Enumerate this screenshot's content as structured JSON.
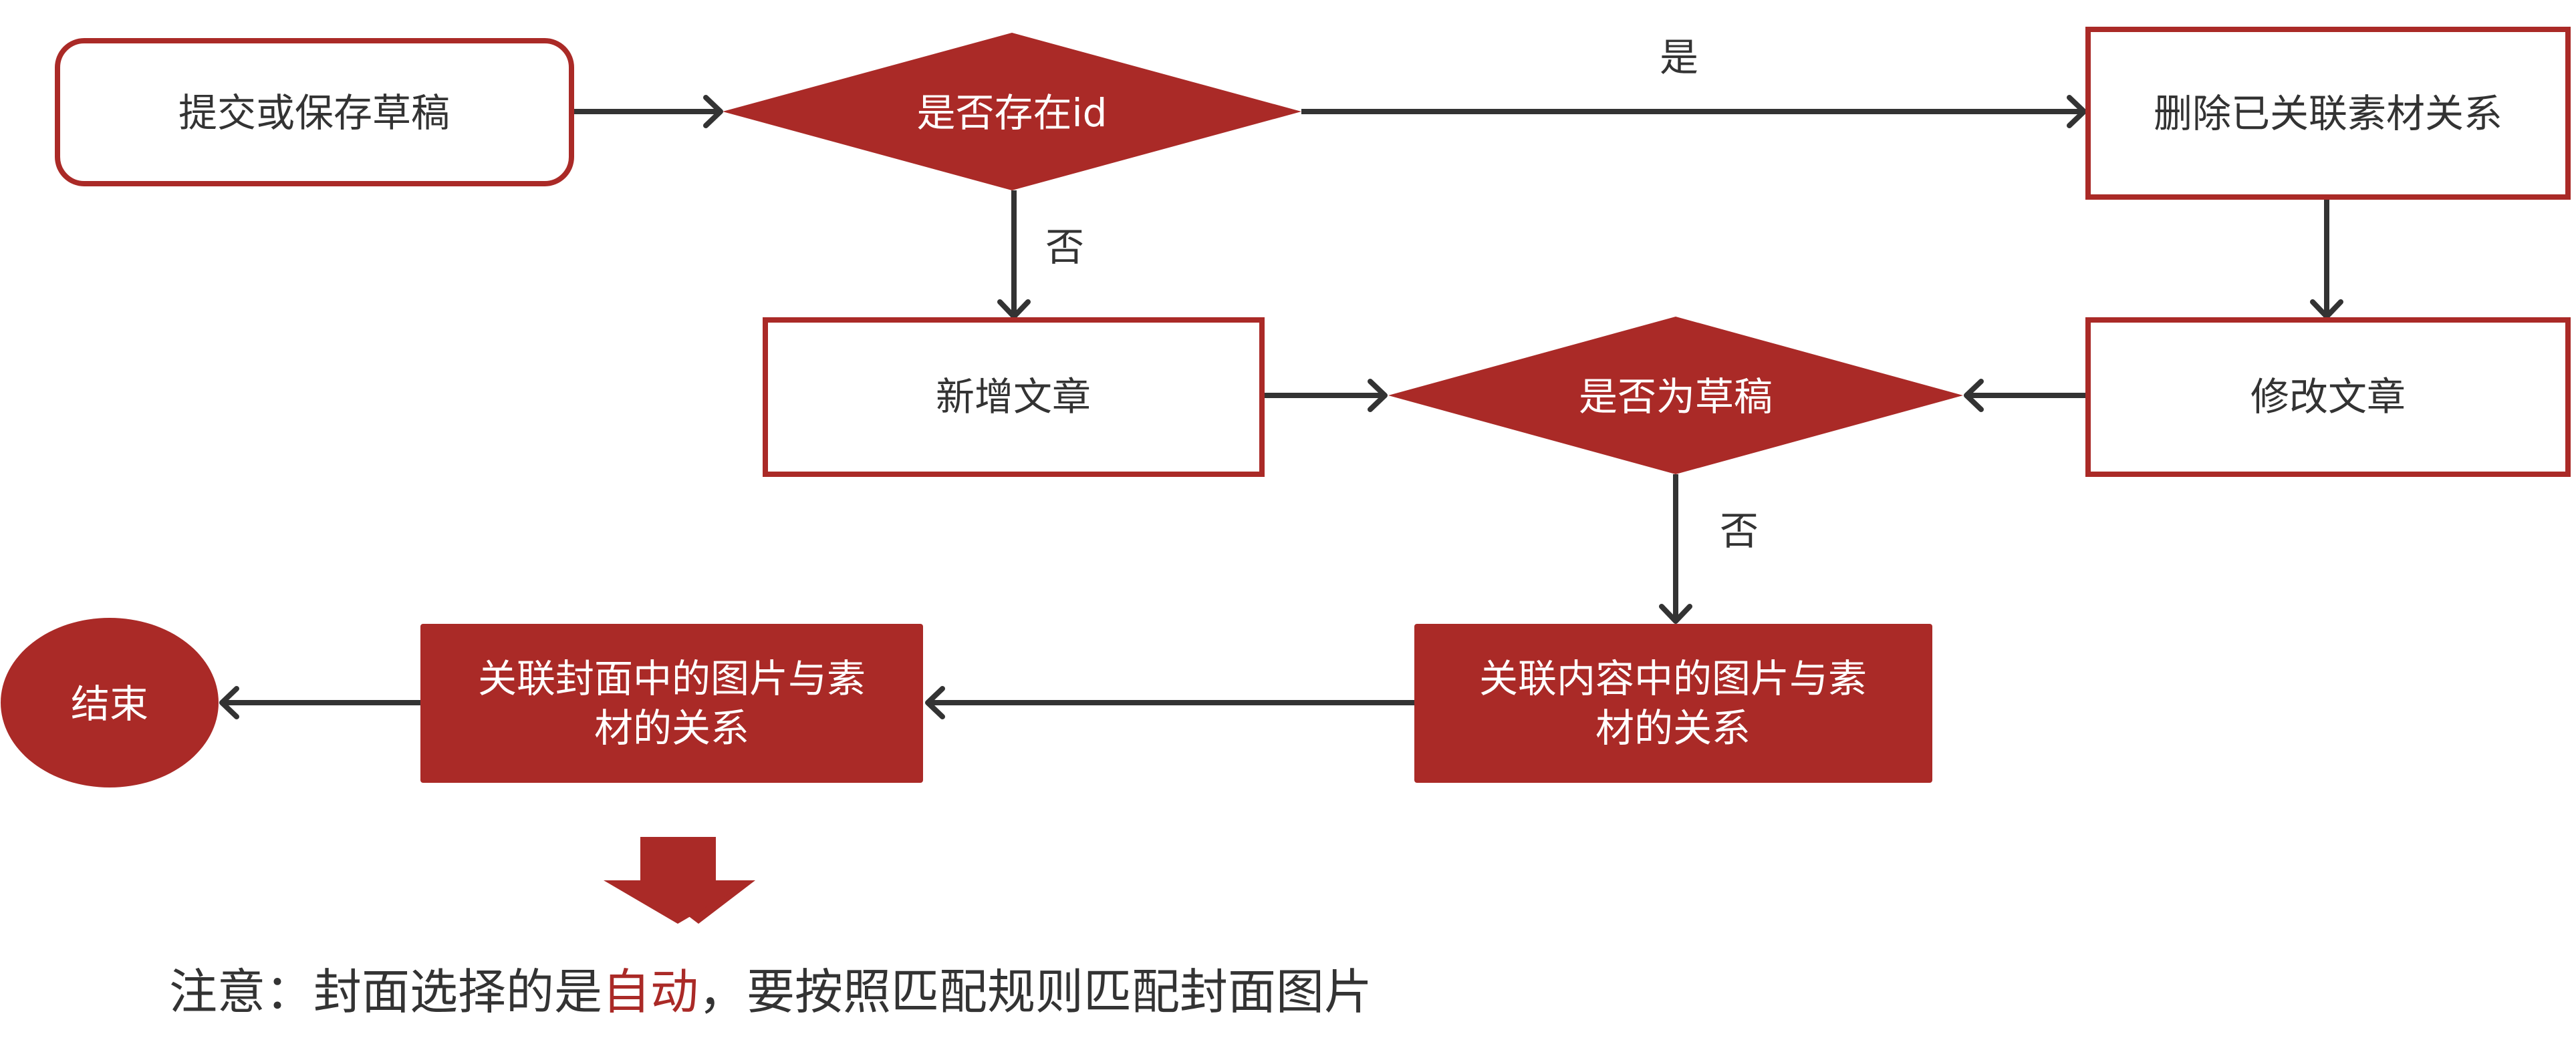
{
  "colors": {
    "accent": "#AA2A27",
    "text": "#333333",
    "line": "#333333"
  },
  "nodes": {
    "start": "提交或保存草稿",
    "has_id": "是否存在id",
    "delete_relations": "删除已关联素材关系",
    "update_article": "修改文章",
    "add_article": "新增文章",
    "is_draft": "是否为草稿",
    "content_relation": {
      "line1": "关联内容中的图片与素",
      "line2": "材的关系"
    },
    "cover_relation": {
      "line1": "关联封面中的图片与素",
      "line2": "材的关系"
    },
    "end": "结束"
  },
  "edges": {
    "yes_label": "是",
    "no_label_1": "否",
    "no_label_2": "否"
  },
  "note": {
    "prefix": "注意：封面选择的是",
    "highlight": "自动",
    "suffix": "，要按照匹配规则匹配封面图片"
  }
}
